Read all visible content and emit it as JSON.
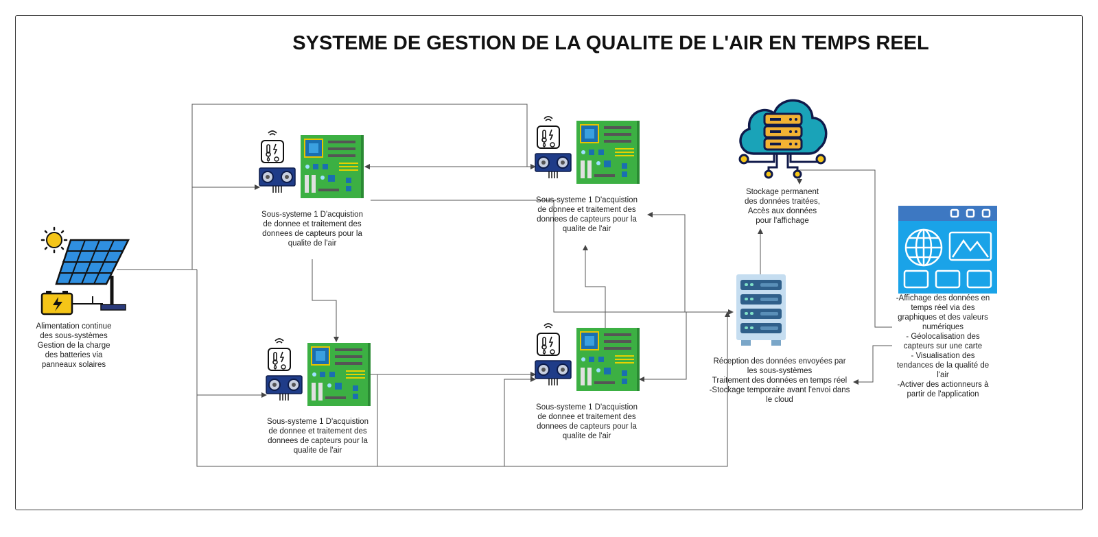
{
  "title": "SYSTEME DE GESTION DE LA QUALITE DE L'AIR EN TEMPS REEL",
  "nodes": {
    "power": {
      "icon": "solar-panel-battery-icon",
      "label": "Alimentation continue\ndes sous-systèmes\nGestion de la charge\ndes batteries via\npanneaux solaires"
    },
    "subsystem_top_left": {
      "icon": "sensor-board-icon",
      "label": "Sous-systeme 1 D'acquistion\nde donnee et  traitement des\ndonnees de capteurs pour la\nqualite de l'air"
    },
    "subsystem_top_right": {
      "icon": "sensor-board-icon",
      "label": "Sous-systeme 1 D'acquistion\nde donnee et  traitement des\ndonnees de capteurs pour la\nqualite de l'air"
    },
    "subsystem_bottom_left": {
      "icon": "sensor-board-icon",
      "label": "Sous-systeme 1 D'acquistion\nde donnee et  traitement des\ndonnees de capteurs pour la\nqualite de l'air"
    },
    "subsystem_bottom_right": {
      "icon": "sensor-board-icon",
      "label": "Sous-systeme 1 D'acquistion\nde donnee et  traitement des\ndonnees de capteurs pour la\nqualite de l'air"
    },
    "cloud": {
      "icon": "cloud-server-icon",
      "label": "Stockage permanent\ndes données traitées,\nAccès aux données\npour l'affichage"
    },
    "server": {
      "icon": "server-rack-icon",
      "label": "Réception des données envoyées par\nles sous-systèmes\nTraitement des données en temps réel\n-Stockage temporaire avant l'envoi dans\nle cloud"
    },
    "app": {
      "icon": "web-app-window-icon",
      "label": "-Affichage des données en\ntemps réel via des\ngraphiques et des valeurs\nnumériques\n- Géolocalisation des\ncapteurs sur une carte\n- Visualisation des\ntendances de la qualité de\nl'air\n-Activer des actionneurs à\npartir de l'application"
    }
  },
  "colors": {
    "board_green": "#3cb043",
    "sensor_blue": "#1f3c88",
    "cloud_teal": "#1aa3b8",
    "server_gold": "#f2b233",
    "app_blue": "#3b9fe0",
    "line": "#555555"
  }
}
